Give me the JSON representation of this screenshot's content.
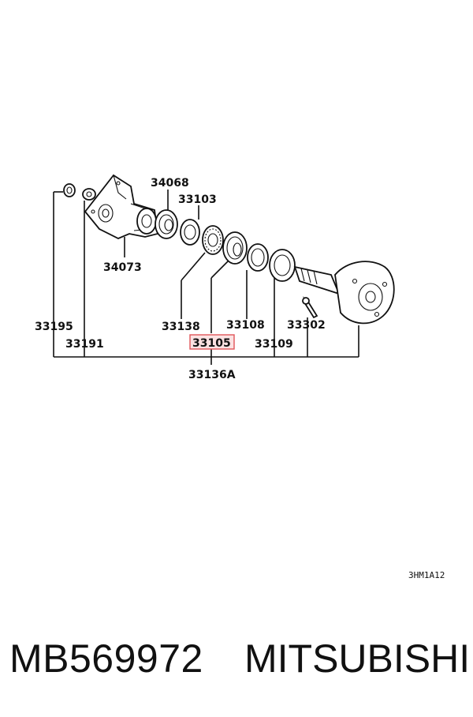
{
  "diagram": {
    "labels": {
      "p34068": "34068",
      "p33103": "33103",
      "p34073": "34073",
      "p33195": "33195",
      "p33191": "33191",
      "p33138": "33138",
      "p33108": "33108",
      "p33302": "33302",
      "p33105": "33105",
      "p33109": "33109",
      "p33136A": "33136A"
    },
    "highlighted_part": "33105",
    "highlight_color": "#e0555a",
    "reference_code": "3HM1A12"
  },
  "footer": {
    "part_number": "MB569972",
    "brand": "MITSUBISHI"
  }
}
